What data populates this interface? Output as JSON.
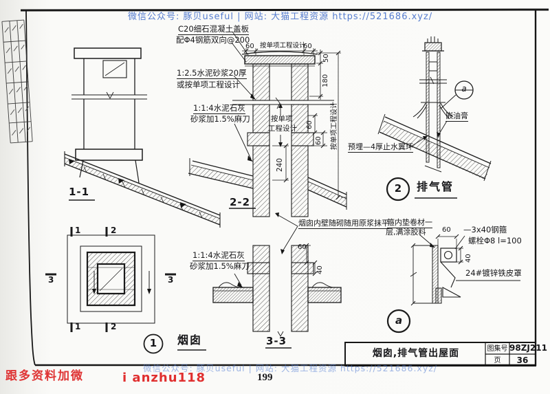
{
  "watermarks": {
    "top": "微信公众号: 豚贝useful | 网站: 大猫工程资源 https://521686.xyz/",
    "bottom": "微信公众号: 豚贝useful | 网站: 大猫工程资源 https://521686.xyz/",
    "red_left": "跟多资料加微",
    "red_wechat": "i anzhu118",
    "page_number": "199"
  },
  "title_block": {
    "title": "烟囱,排气管出屋面",
    "atlas_label": "图集号",
    "atlas_value": "98ZJ211",
    "page_label": "页",
    "page_value": "36"
  },
  "elevation": {
    "label": "1-1"
  },
  "plan": {
    "circle": "1",
    "title": "烟囱",
    "mark1": "1",
    "mark2": "2",
    "mark3": "3"
  },
  "section2": {
    "label": "2-2",
    "note_cover_line1": "C20细石混凝土盖板",
    "note_cover_line2": "配Φ4钢筋双向@200",
    "note_mortar_line1": "1:2.5水泥砂浆20厚",
    "note_mortar_line2": "或按单项工程设计",
    "note_lime_line1": "1:1:4水泥石灰",
    "note_lime_line2": "砂浆加1.5%麻刀",
    "dim_top_left": "60",
    "dim_top_mid": "按单项工程设计",
    "dim_top_right": "60",
    "dim_50": "50",
    "dim_180": "180",
    "dim_right": "按单项工程设计",
    "flue_note_line1": "按单项",
    "flue_note_line2": "工程设计",
    "dim_60_upper": "60",
    "dim_60_lower": "60",
    "dim_240": "240"
  },
  "section3": {
    "label": "3-3",
    "note_lime_line1": "1:1:4水泥石灰",
    "note_lime_line2": "砂浆加1.5%麻刀",
    "note_inner_wall": "烟囱内壁随砌随用原浆抹平",
    "dim_60": "60",
    "dim_40": "40"
  },
  "vent": {
    "circle": "2",
    "title": "排气管",
    "detail_ref": "a",
    "note_caulk": "嵌油膏",
    "note_ring": "预埋—4厚止水翼环"
  },
  "detail_a": {
    "circle": "a",
    "note_pad_line1": "箍内垫卷材一",
    "note_pad_line2": "层,满涂胶料",
    "dim_60": "60",
    "note_hoop_line1": "—3x40钢箍",
    "note_hoop_line2": "螺栓Φ8 l=100",
    "dim_40": "40",
    "note_cover": "24#镀锌铁皮罩"
  }
}
